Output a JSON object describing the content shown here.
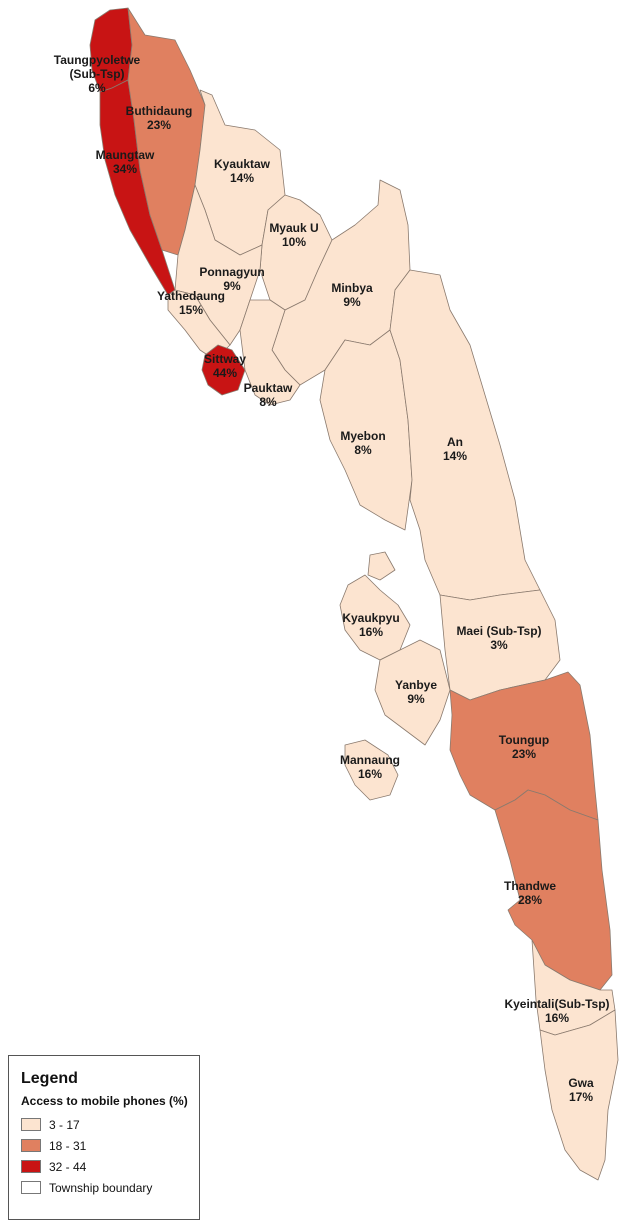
{
  "colors": {
    "low": "#fce4d0",
    "mid": "#e08060",
    "high": "#c81414",
    "boundary": "#ffffff"
  },
  "townships": [
    {
      "id": "taungpyoletwe",
      "lines": [
        "Taungpyoletwe",
        "(Sub-Tsp)",
        "6%"
      ],
      "value": 6,
      "class": "high"
    },
    {
      "id": "buthidaung",
      "lines": [
        "Buthidaung",
        "23%"
      ],
      "value": 23,
      "class": "mid"
    },
    {
      "id": "maungtaw",
      "lines": [
        "Maungtaw",
        "34%"
      ],
      "value": 34,
      "class": "high"
    },
    {
      "id": "kyauktaw",
      "lines": [
        "Kyauktaw",
        "14%"
      ],
      "value": 14,
      "class": "low"
    },
    {
      "id": "myauk-u",
      "lines": [
        "Myauk U",
        "10%"
      ],
      "value": 10,
      "class": "low"
    },
    {
      "id": "ponnagyun",
      "lines": [
        "Ponnagyun",
        "9%"
      ],
      "value": 9,
      "class": "low"
    },
    {
      "id": "minbya",
      "lines": [
        "Minbya",
        "9%"
      ],
      "value": 9,
      "class": "low"
    },
    {
      "id": "yathedaung",
      "lines": [
        "Yathedaung",
        "15%"
      ],
      "value": 15,
      "class": "low"
    },
    {
      "id": "sittway",
      "lines": [
        "Sittway",
        "44%"
      ],
      "value": 44,
      "class": "high"
    },
    {
      "id": "pauktaw",
      "lines": [
        "Pauktaw",
        "8%"
      ],
      "value": 8,
      "class": "low"
    },
    {
      "id": "myebon",
      "lines": [
        "Myebon",
        "8%"
      ],
      "value": 8,
      "class": "low"
    },
    {
      "id": "an",
      "lines": [
        "An",
        "14%"
      ],
      "value": 14,
      "class": "low"
    },
    {
      "id": "kyaukpyu",
      "lines": [
        "Kyaukpyu",
        "16%"
      ],
      "value": 16,
      "class": "low"
    },
    {
      "id": "maei",
      "lines": [
        "Maei (Sub-Tsp)",
        "3%"
      ],
      "value": 3,
      "class": "low"
    },
    {
      "id": "yanbye",
      "lines": [
        "Yanbye",
        "9%"
      ],
      "value": 9,
      "class": "low"
    },
    {
      "id": "mannaung",
      "lines": [
        "Mannaung",
        "16%"
      ],
      "value": 16,
      "class": "low"
    },
    {
      "id": "toungup",
      "lines": [
        "Toungup",
        "23%"
      ],
      "value": 23,
      "class": "mid"
    },
    {
      "id": "thandwe",
      "lines": [
        "Thandwe",
        "28%"
      ],
      "value": 28,
      "class": "mid"
    },
    {
      "id": "kyeintali",
      "lines": [
        "Kyeintali(Sub-Tsp)",
        "16%"
      ],
      "value": 16,
      "class": "low"
    },
    {
      "id": "gwa",
      "lines": [
        "Gwa",
        "17%"
      ],
      "value": 17,
      "class": "low"
    }
  ],
  "legend": {
    "title": "Legend",
    "subtitle": "Access to mobile phones (%)",
    "items": [
      {
        "label": "3 - 17",
        "color": "#fce4d0"
      },
      {
        "label": "18 - 31",
        "color": "#e08060"
      },
      {
        "label": "32 - 44",
        "color": "#c81414"
      },
      {
        "label": "Township boundary",
        "color": "#ffffff"
      }
    ]
  }
}
